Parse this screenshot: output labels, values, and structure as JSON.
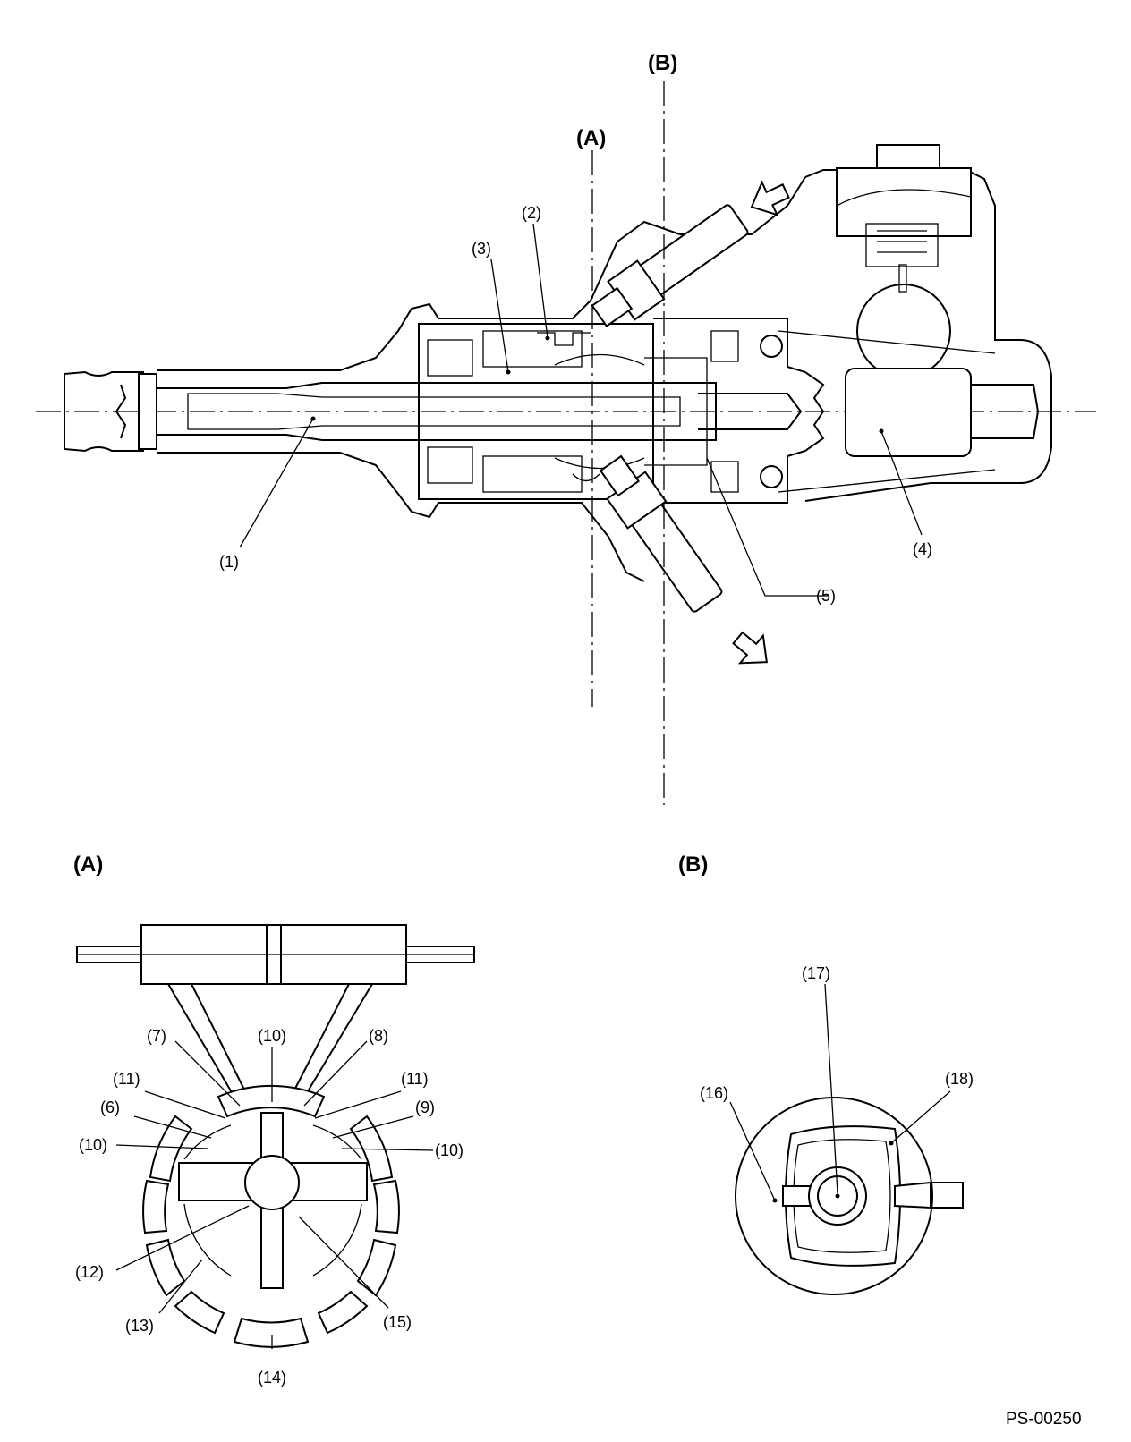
{
  "section_labels": {
    "a_top": "(A)",
    "b_top": "(B)",
    "a_detail": "(A)",
    "b_detail": "(B)"
  },
  "callouts": {
    "c1": "(1)",
    "c2": "(2)",
    "c3": "(3)",
    "c4": "(4)",
    "c5": "(5)",
    "c6": "(6)",
    "c7": "(7)",
    "c8": "(8)",
    "c9": "(9)",
    "c10a": "(10)",
    "c10b": "(10)",
    "c10c": "(10)",
    "c11a": "(11)",
    "c11b": "(11)",
    "c12": "(12)",
    "c13": "(13)",
    "c14": "(14)",
    "c15": "(15)",
    "c16": "(16)",
    "c17": "(17)",
    "c18": "(18)"
  },
  "figure_ref": "PS-00250"
}
